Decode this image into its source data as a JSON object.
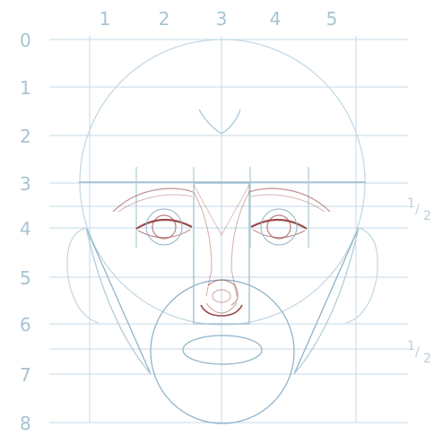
{
  "column_labels": [
    "1",
    "2",
    "3",
    "4",
    "5"
  ],
  "row_labels": [
    "0",
    "1",
    "2",
    "3",
    "4",
    "5",
    "6",
    "7",
    "8"
  ],
  "half_marks": [
    {
      "num": "1",
      "slash": "/",
      "den": "2"
    },
    {
      "num": "1",
      "slash": "/",
      "den": "2"
    }
  ],
  "colors": {
    "grid": "#c5d9e4",
    "label": "#a7c3d3",
    "construction": "#8fb3c8",
    "sketch": "#9b4b4b"
  }
}
